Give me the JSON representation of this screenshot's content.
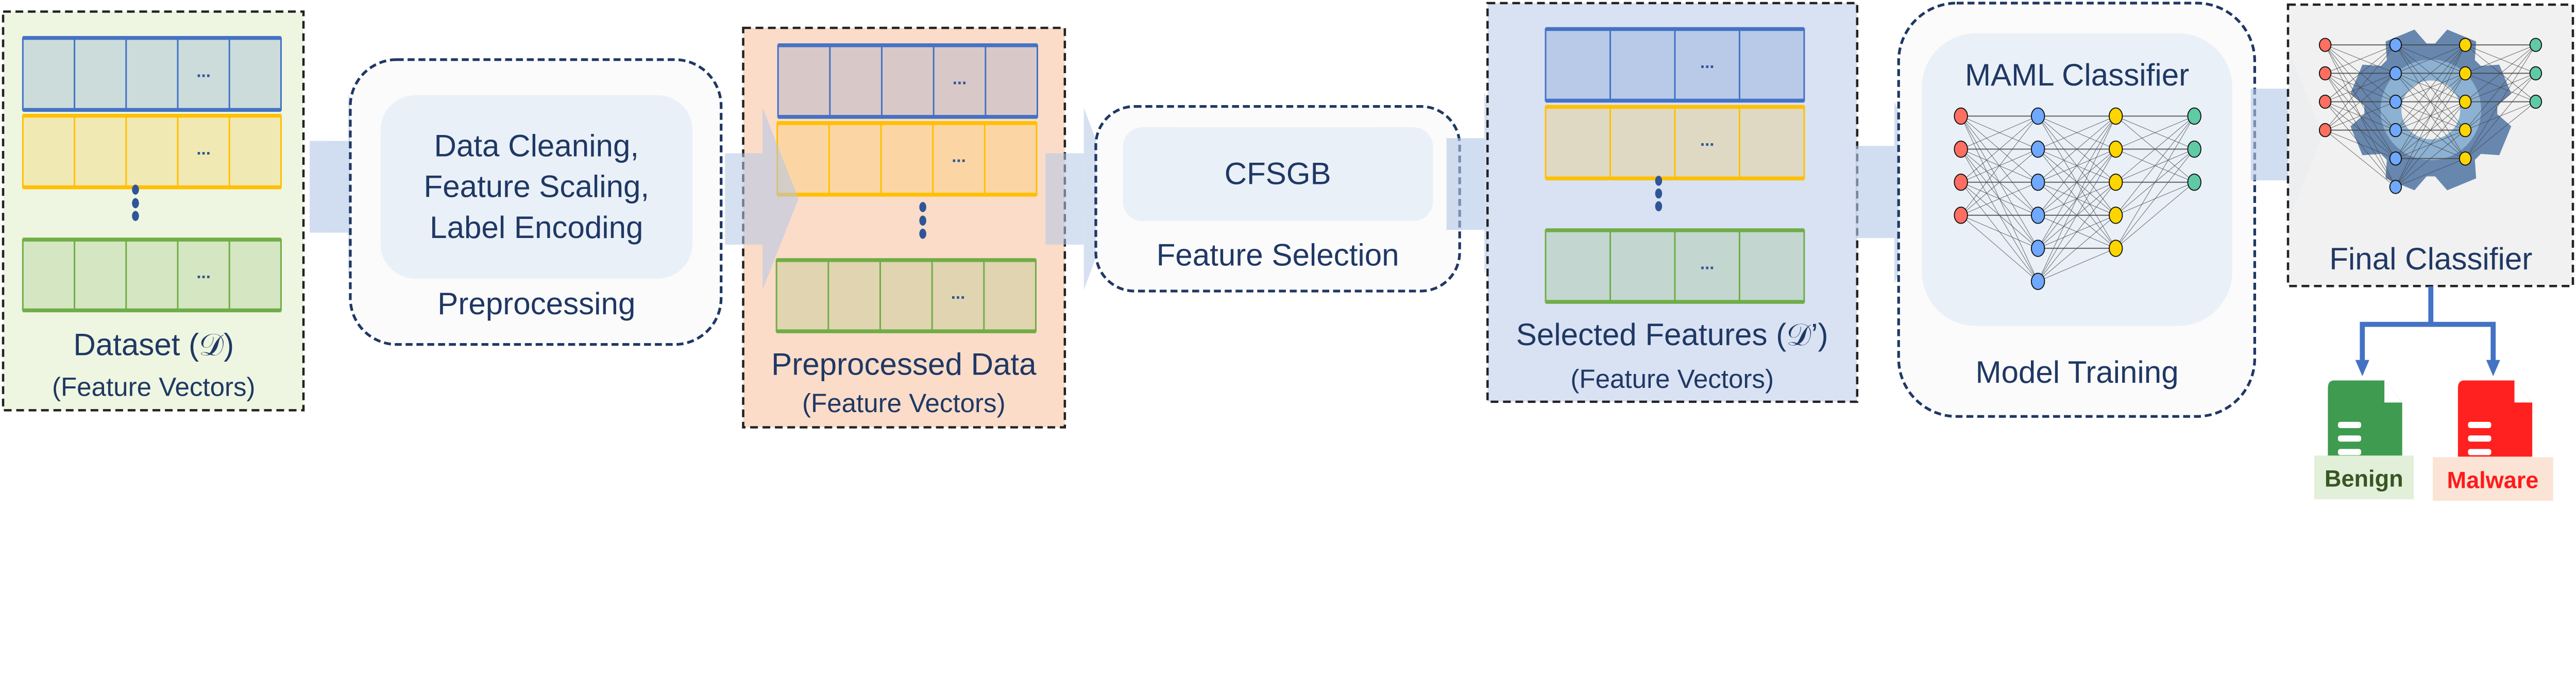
{
  "colors": {
    "text": "#1f3864",
    "arrow": "#b4c7e7",
    "blue_row": "#4472c4",
    "yellow_row": "#ffc000",
    "green_row": "#70ad47",
    "node_input": "#ff6f61",
    "node_hidden1": "#6fa8ff",
    "node_hidden2": "#ffd500",
    "node_output": "#5fcaa4",
    "benign": "#3f9b4f",
    "malware": "#ff2020"
  },
  "dataset": {
    "title": "Dataset (𝒟)",
    "subtitle": "(Feature Vectors)",
    "ellipsis": "..."
  },
  "preprocessing": {
    "lines": [
      "Data Cleaning,",
      "Feature Scaling,",
      "Label Encoding"
    ],
    "label": "Preprocessing"
  },
  "preprocessed": {
    "title": "Preprocessed Data",
    "subtitle": "(Feature Vectors)",
    "ellipsis": "..."
  },
  "feature_selection": {
    "method": "CFSGB",
    "label": "Feature Selection"
  },
  "selected": {
    "title": "Selected Features (𝒟’)",
    "subtitle": "(Feature Vectors)",
    "ellipsis": "..."
  },
  "training": {
    "classifier": "MAML Classifier",
    "label": "Model Training",
    "layers": [
      4,
      6,
      5,
      3
    ]
  },
  "final": {
    "label": "Final Classifier",
    "layers": [
      4,
      6,
      5,
      3
    ]
  },
  "outputs": {
    "benign": "Benign",
    "malware": "Malware"
  }
}
